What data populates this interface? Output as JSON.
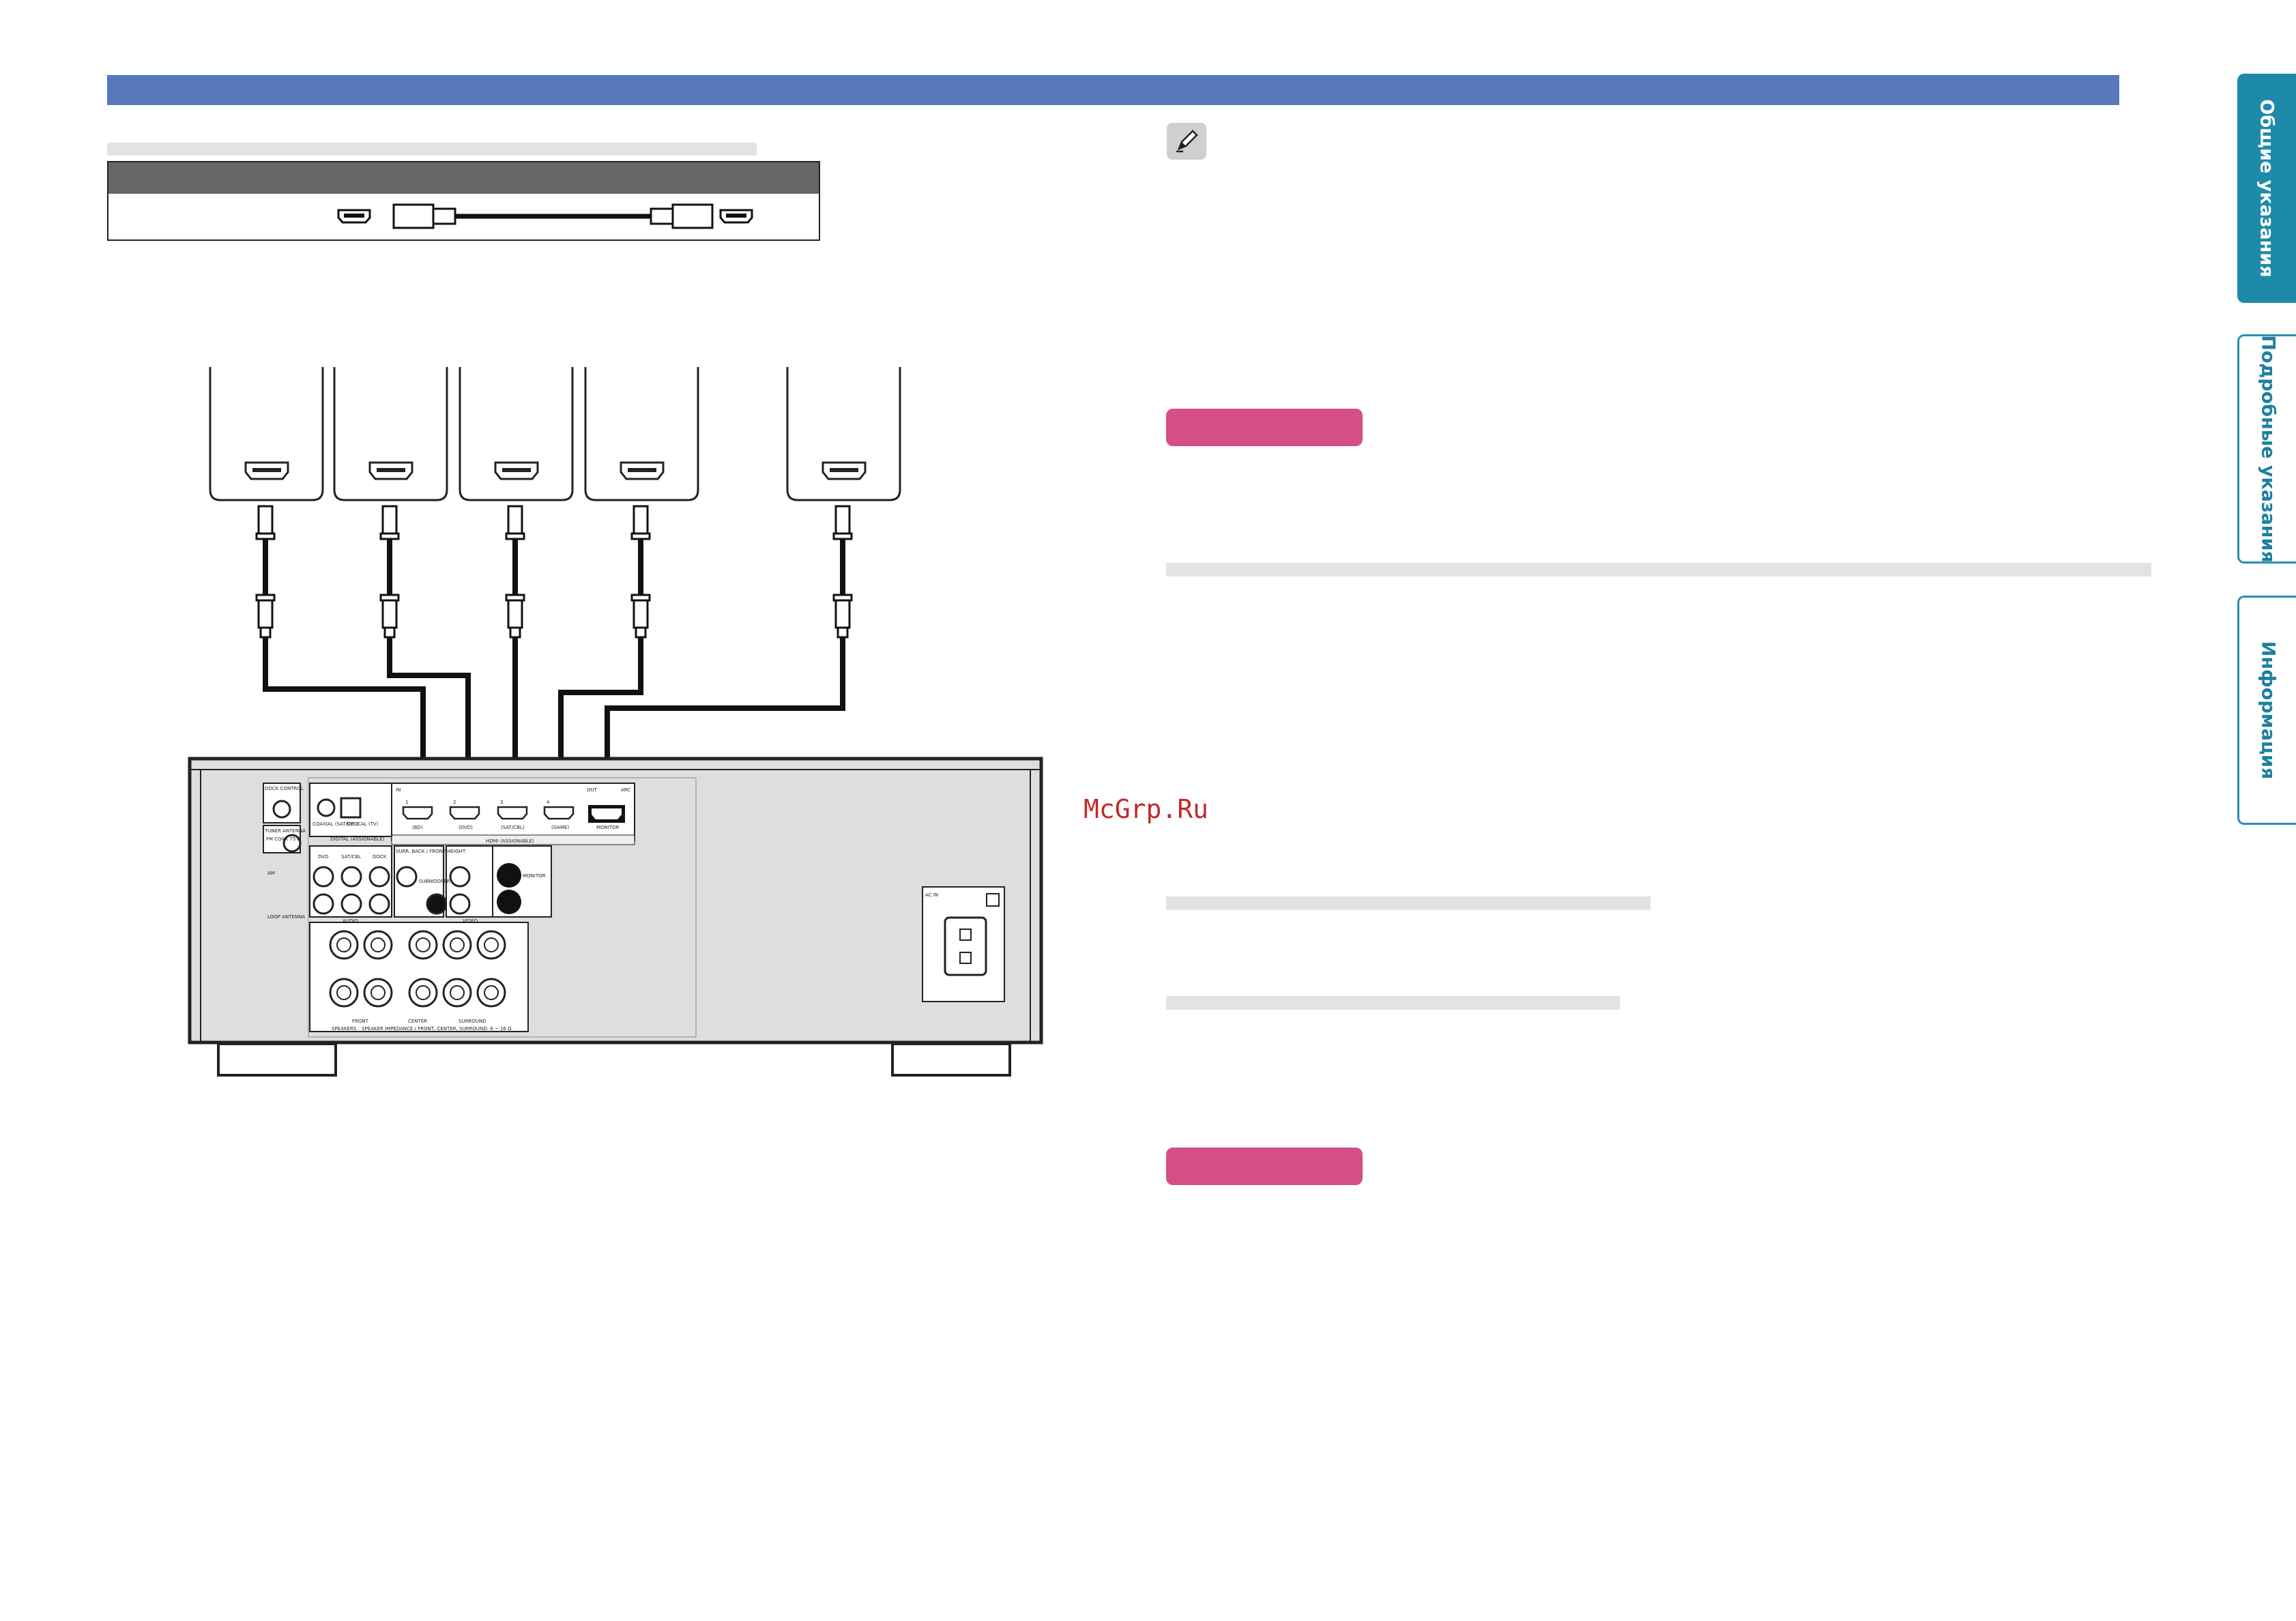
{
  "tabs": [
    {
      "label": "Общие указания"
    },
    {
      "label": "Подробные указания"
    },
    {
      "label": "Информация"
    }
  ],
  "watermark": "McGrp.Ru",
  "receiver": {
    "labels": {
      "dock": "DOCK CONTROL",
      "tuner": "TUNER ANTENNA",
      "fm": "FM COAX 75 Ω",
      "am": "AM",
      "loop": "LOOP ANTENNA",
      "coax": "COAXIAL (SAT/CBL)",
      "optical": "OPTICAL (TV)",
      "digital": "DIGITAL (ASSIGNABLE)",
      "audio": "AUDIO",
      "dvd": "DVD",
      "satcbl": "SAT/CBL",
      "dock_in": "DOCK",
      "surr_back": "SURR. BACK / FRONT HEIGHT",
      "subwoofer": "SUBWOOFER",
      "video": "VIDEO",
      "monitor": "MONITOR",
      "speakers": "SPEAKERS",
      "impedance": "SPEAKER IMPEDANCE / FRONT, CENTER, SURROUND: 6 ~ 16 Ω",
      "front": "FRONT",
      "center": "CENTER",
      "surround": "SURROUND",
      "ac_in": "AC IN",
      "arc": "ARC",
      "hdmi_assignable": "HDMI (ASSIGNABLE)",
      "in_badge": "IN",
      "out_badge": "OUT"
    },
    "hdmi_inputs": [
      "(BD)",
      "(DVD)",
      "(SAT/CBL)",
      "(GAME)"
    ],
    "hdmi_numbers": [
      "1",
      "2",
      "3",
      "4"
    ],
    "hdmi_out": "MONITOR"
  },
  "colors": {
    "header_bar": "#5878bc",
    "tab_active": "#1e8aa9",
    "pill": "#d44f88",
    "chassis": "#dedede",
    "legend_head": "#666666"
  },
  "icons": [
    "pencil-icon",
    "hdmi-port-icon",
    "hdmi-cable-icon",
    "power-inlet-icon"
  ]
}
